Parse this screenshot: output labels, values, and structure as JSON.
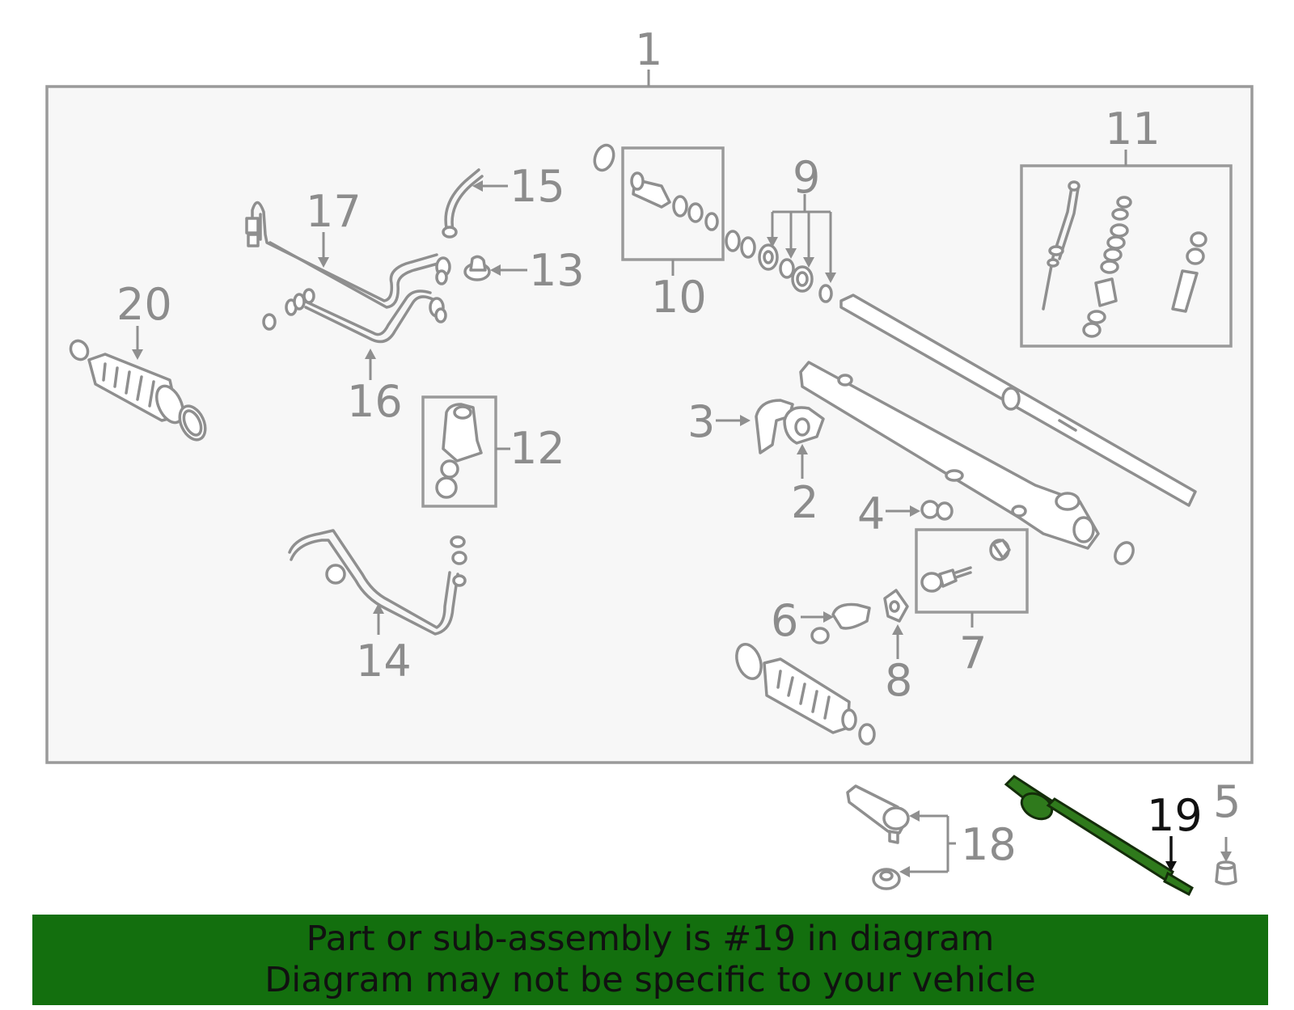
{
  "diagram": {
    "callouts": {
      "c1": "1",
      "c2": "2",
      "c3": "3",
      "c4": "4",
      "c5": "5",
      "c6": "6",
      "c7": "7",
      "c8": "8",
      "c9": "9",
      "c10": "10",
      "c11": "11",
      "c12": "12",
      "c13": "13",
      "c14": "14",
      "c15": "15",
      "c16": "16",
      "c17": "17",
      "c18": "18",
      "c19": "19",
      "c20": "20"
    },
    "highlight_color": "#136f0e",
    "highlighted_part": "19"
  },
  "banner": {
    "line1": "Part or sub-assembly is #19 in diagram",
    "line2": "Diagram may not be specific to your vehicle",
    "background": "#136f0e"
  }
}
